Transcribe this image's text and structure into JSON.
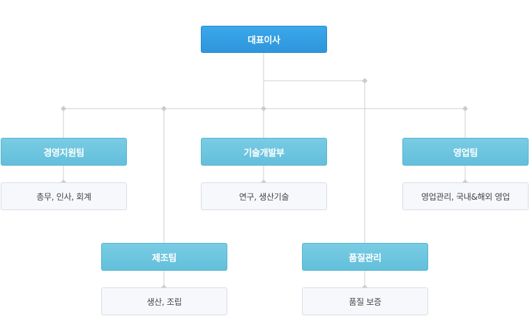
{
  "ceo": {
    "label": "대표이사"
  },
  "teams": {
    "management": {
      "label": "경영지원팀",
      "duty": "총무, 인사, 회계"
    },
    "rnd": {
      "label": "기술개발부",
      "duty": "연구, 생산기술"
    },
    "sales": {
      "label": "영업팀",
      "duty": "영업관리, 국내&해외 영업"
    },
    "manufacturing": {
      "label": "제조팀",
      "duty": "생산, 조립"
    },
    "quality": {
      "label": "품질관리",
      "duty": "품질 보증"
    }
  },
  "colors": {
    "ceo": "#3aa8ea",
    "team": "#6cc4de",
    "duty_bg": "#f6f8fc",
    "line": "#cccccc"
  }
}
